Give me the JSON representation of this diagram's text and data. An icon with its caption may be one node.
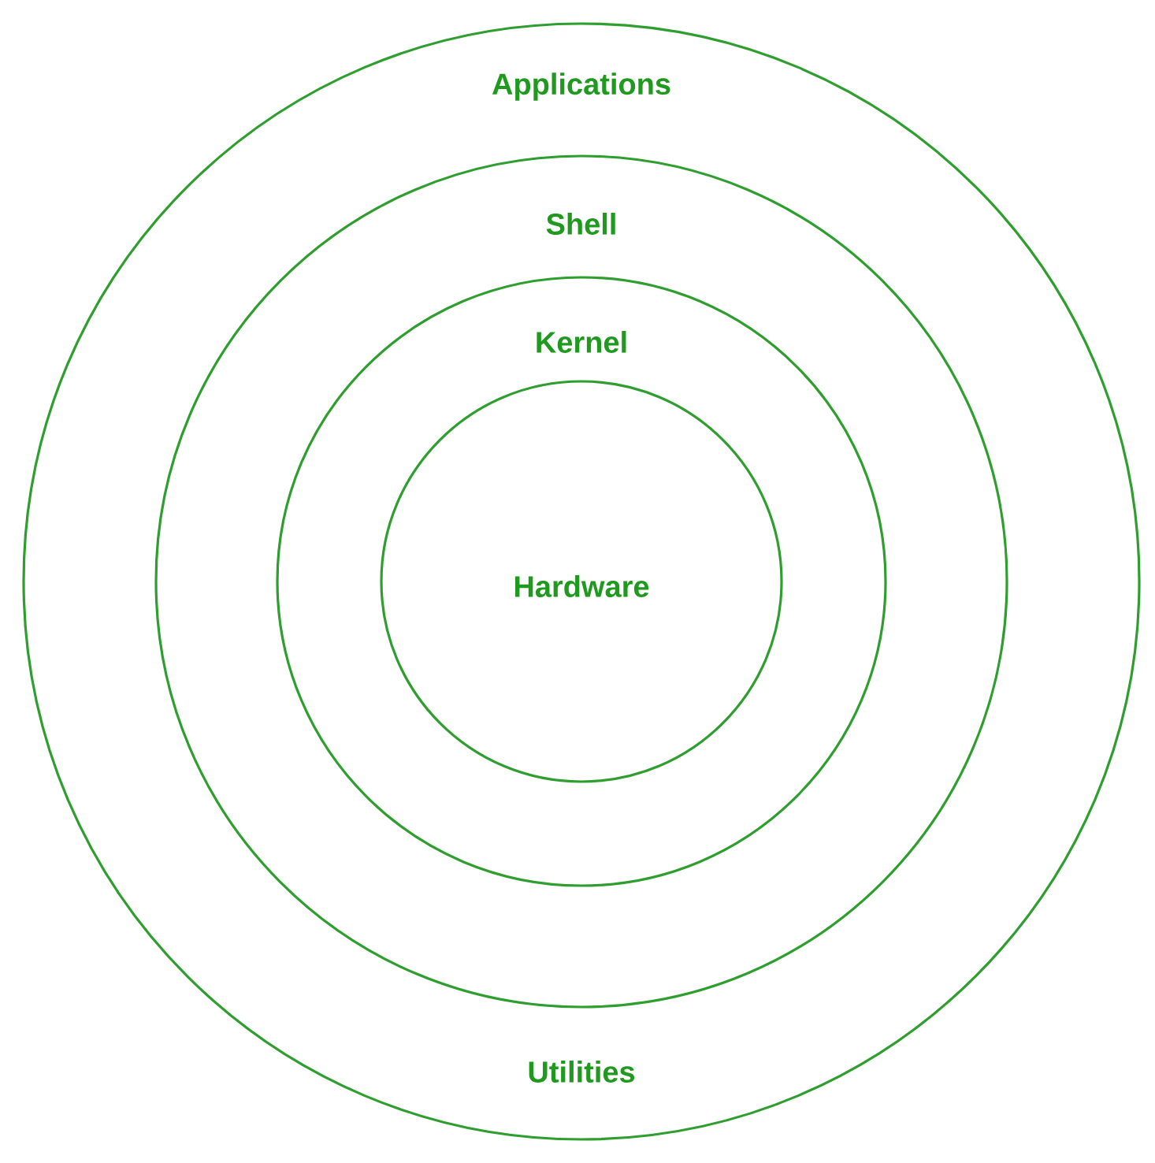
{
  "diagram": {
    "nodes": [
      {
        "text": [
          "Applications",
          "Utilities"
        ]
      },
      {
        "text": [
          "Shell"
        ],
        "in": 0
      },
      {
        "text": [
          "Kernel"
        ],
        "in": 1
      },
      {
        "text": [
          "Hardware"
        ],
        "in": 2
      }
    ]
  }
}
